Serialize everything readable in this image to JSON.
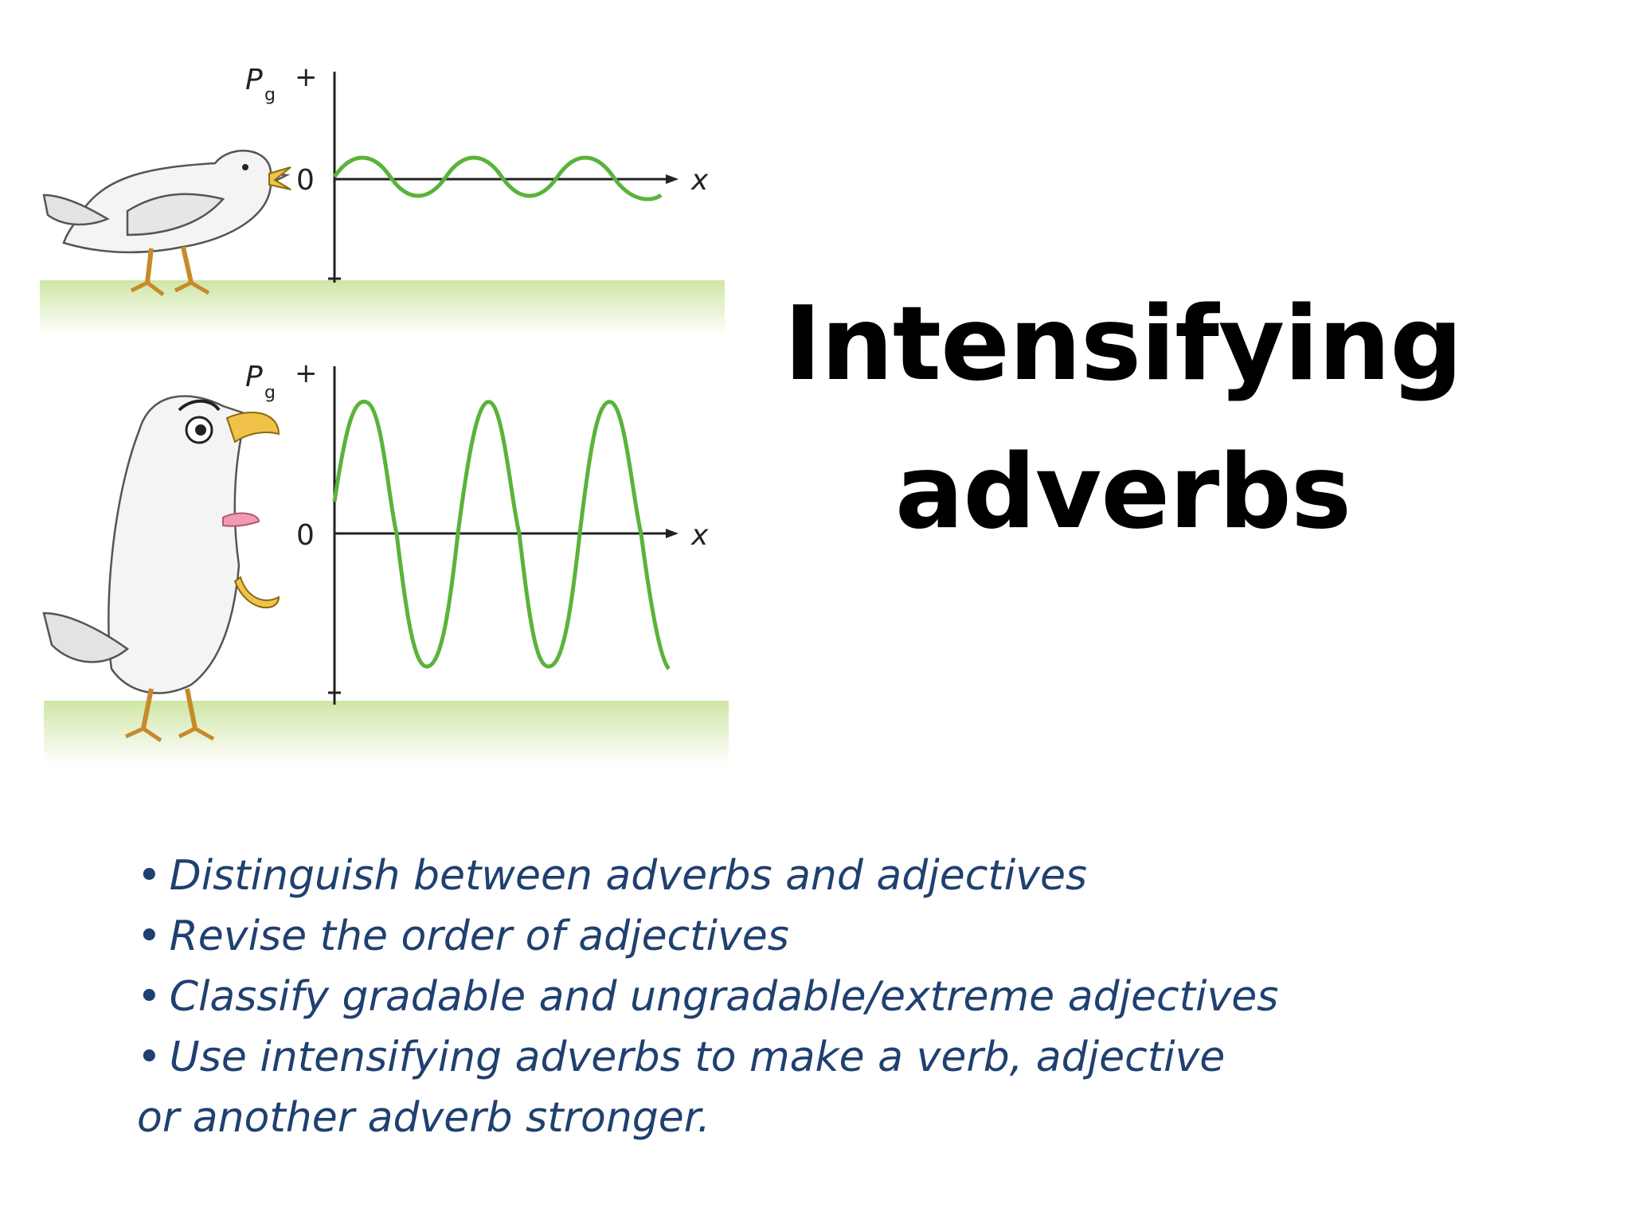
{
  "slide": {
    "title_line1": "Intensifying",
    "title_line2": "adverbs",
    "bullets": [
      {
        "mark": "•",
        "text": "Distinguish between adverbs and adjectives"
      },
      {
        "mark": "•",
        "text": "Revise the order of adjectives"
      },
      {
        "mark": "•",
        "text": "Classify gradable and ungradable/extreme adjectives"
      },
      {
        "mark": "•",
        "text": "Use intensifying adverbs to make a verb, adjective"
      },
      {
        "mark": "",
        "text": "or another adverb stronger."
      }
    ],
    "colors": {
      "bullet_text": "#1f4070",
      "title": "#000000",
      "wave": "#5ab33a",
      "ground": "#d4e9b0"
    }
  },
  "figure": {
    "top_panel": {
      "y_axis_label": "P",
      "y_axis_subscript": "g",
      "plus": "+",
      "zero": "0",
      "minus": "–",
      "x_axis_label": "x"
    },
    "bottom_panel": {
      "y_axis_label": "P",
      "y_axis_subscript": "g",
      "plus": "+",
      "zero": "0",
      "minus": "–",
      "x_axis_label": "x"
    },
    "icons": [
      "bird-quiet-icon",
      "bird-loud-icon"
    ]
  }
}
